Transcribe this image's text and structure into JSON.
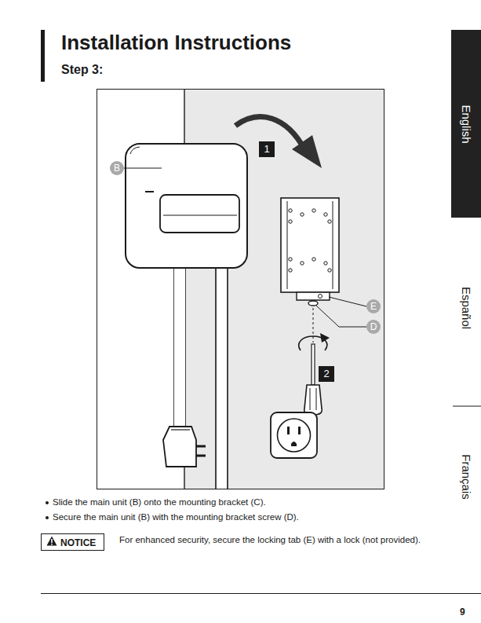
{
  "diagram": {
    "title": "Installation Instructions",
    "nodes": [
      {
        "text": [
          "English"
        ]
      },
      {
        "text": [
          "NOTICE"
        ]
      }
    ],
    "labels": [
      "Step 3:",
      "B",
      "1",
      "E",
      "D",
      "2",
      "Español",
      "Français",
      "Slide the main unit (B) onto the mounting bracket (C).",
      "Secure the main unit (B) with the mounting bracket screw (D).",
      "For enhanced security, secure the locking tab (E) with a lock (not provided).",
      "9"
    ]
  }
}
